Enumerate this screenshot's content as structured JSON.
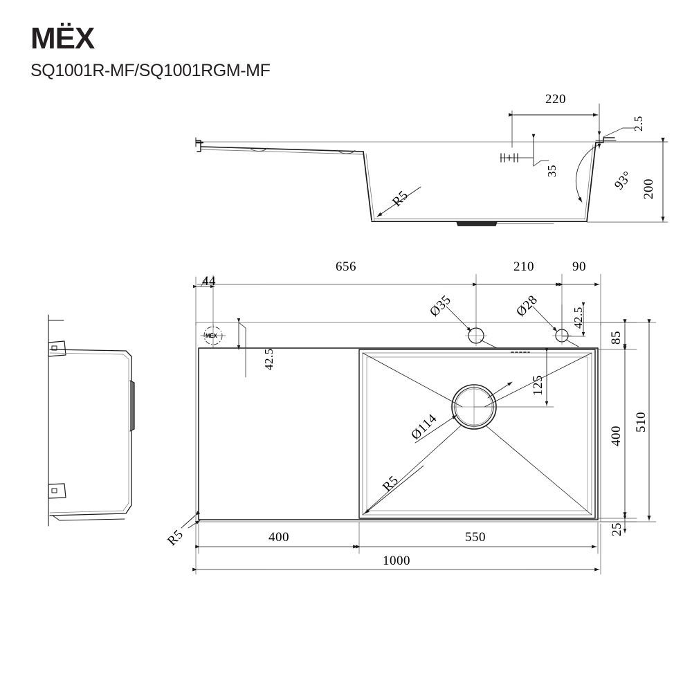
{
  "header": {
    "brand": "MËX",
    "model": "SQ1001R-MF/SQ1001RGM-MF"
  },
  "stamp": {
    "label": "MËX"
  },
  "elevation": {
    "name": "section-elevation-view",
    "dims": {
      "d220": "220",
      "d2_5": "2.5",
      "d35": "35",
      "angle93": "93°",
      "d200": "200",
      "r5": "R5"
    }
  },
  "plan": {
    "name": "plan-top-view",
    "dims": {
      "d44": "44",
      "d656": "656",
      "d210": "210",
      "d90": "90",
      "hole35": "Ø35",
      "hole28": "Ø28",
      "d42_5_right": "42.5",
      "d42_5_left": "42.5",
      "d85": "85",
      "d125": "125",
      "drain114": "Ø114",
      "d400_v": "400",
      "d510": "510",
      "d25": "25",
      "r5_bowl": "R5",
      "d400_h": "400",
      "d550": "550",
      "d1000": "1000"
    }
  },
  "side": {
    "name": "left-side-view",
    "dims": {
      "r5": "R5"
    }
  },
  "colors": {
    "line": "#1a1a1a",
    "thin": "#555555",
    "text": "#000000",
    "background": "#ffffff"
  }
}
